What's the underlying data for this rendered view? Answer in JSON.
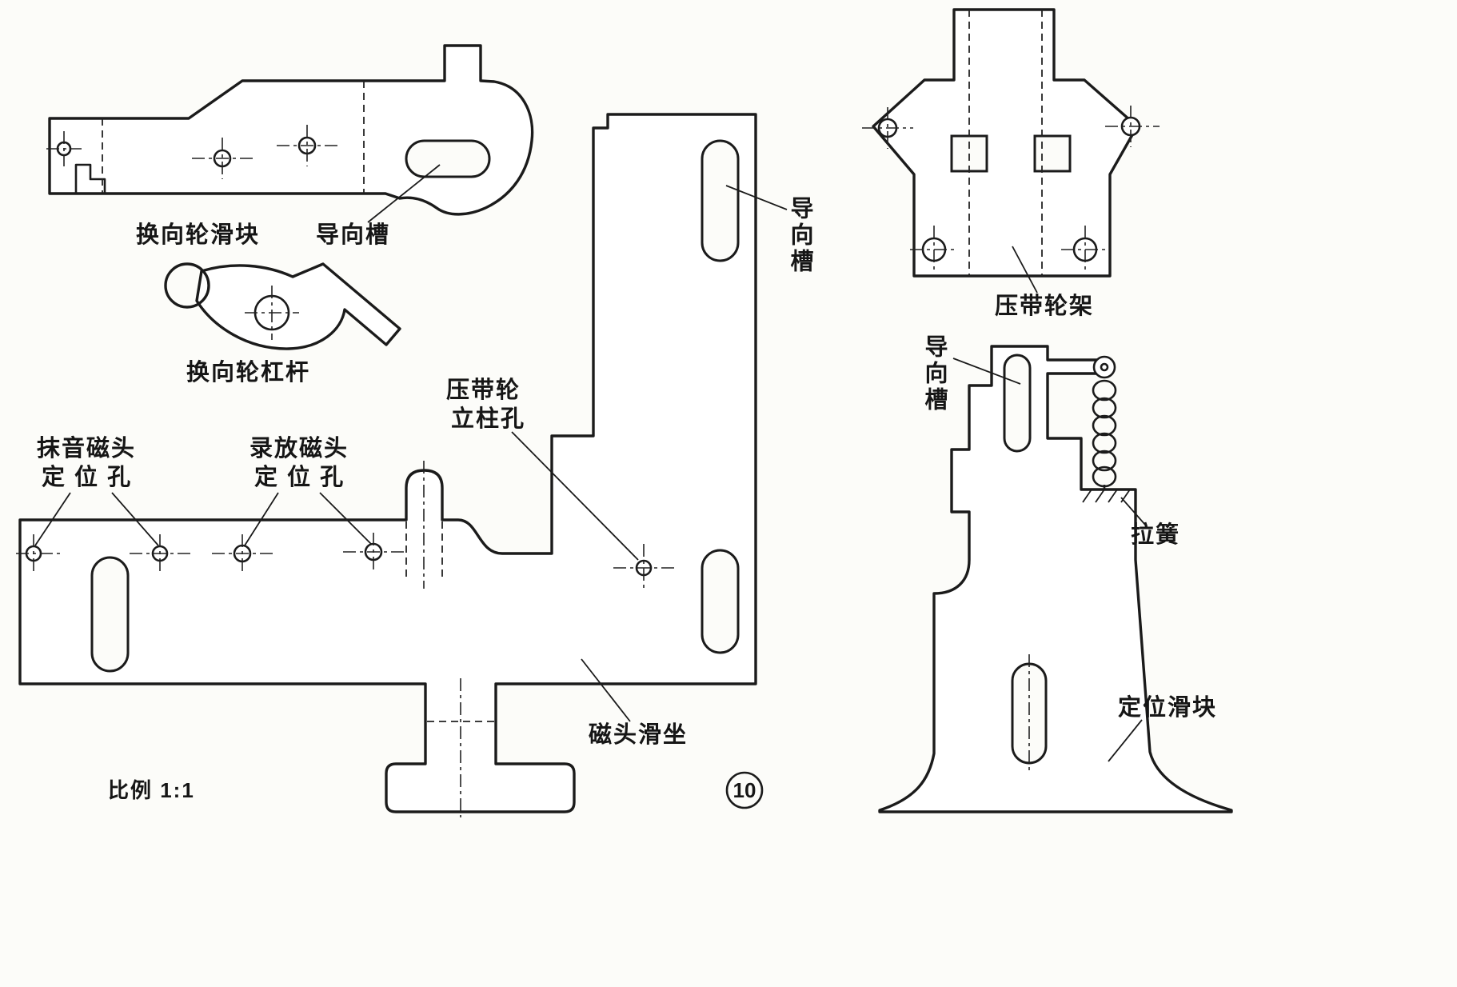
{
  "drawing": {
    "scale_note": "比例 1:1",
    "page_number": "10",
    "ink_color": "#1b1b1b",
    "paper_color": "#fcfcf9"
  },
  "labels": {
    "reversing_wheel_slider": "换向轮滑块",
    "guide_slot_top_left": "导向槽",
    "reversing_wheel_lever": "换向轮杠杆",
    "erase_head_line1": "抹音磁头",
    "erase_head_line2": "定 位 孔",
    "record_head_line1": "录放磁头",
    "record_head_line2": "定 位 孔",
    "pinch_roller_post_line1": "压带轮",
    "pinch_roller_post_line2": "立柱孔",
    "guide_slot_main": "导向槽",
    "head_slide_seat": "磁头滑坐",
    "pinch_roller_bracket": "压带轮架",
    "guide_slot_right": "导向槽",
    "tension_spring": "拉簧",
    "positioning_slider": "定位滑块"
  }
}
